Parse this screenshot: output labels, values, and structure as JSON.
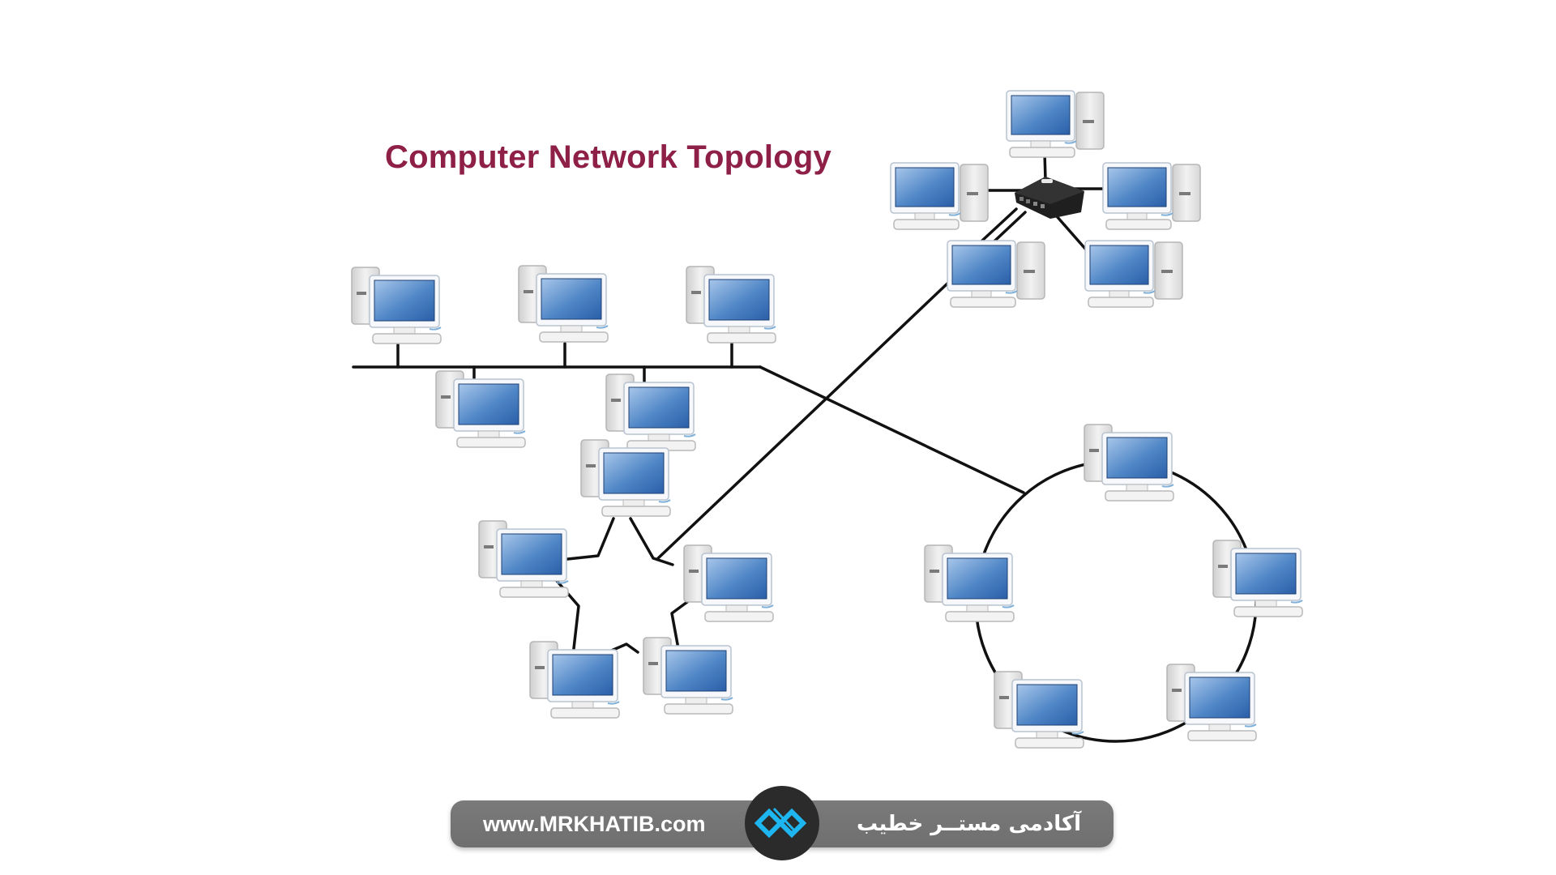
{
  "title": "Computer Network Topology",
  "colors": {
    "title": "#8e1f47",
    "background": "#ffffff",
    "cable": "#111111",
    "screen_top": "#9ec0e6",
    "screen_bottom": "#2f67b0",
    "case": "#e3e3e3",
    "switch": "#222222",
    "footer_bg": "#6f6f6f",
    "footer_text": "#ffffff",
    "logo_bg": "#2b2b2b",
    "logo_accent": "#1eb6f0"
  },
  "topologies": [
    {
      "name": "bus",
      "node_count": 5
    },
    {
      "name": "star",
      "node_count": 5,
      "hub": "switch"
    },
    {
      "name": "ring",
      "node_count": 5
    },
    {
      "name": "mesh-pentagram",
      "node_count": 5
    }
  ],
  "footer": {
    "url": "www.MRKHATIB.com",
    "brand": "آکادمی مستــر خطیب",
    "logo_icon": "infinity-logo-icon"
  }
}
